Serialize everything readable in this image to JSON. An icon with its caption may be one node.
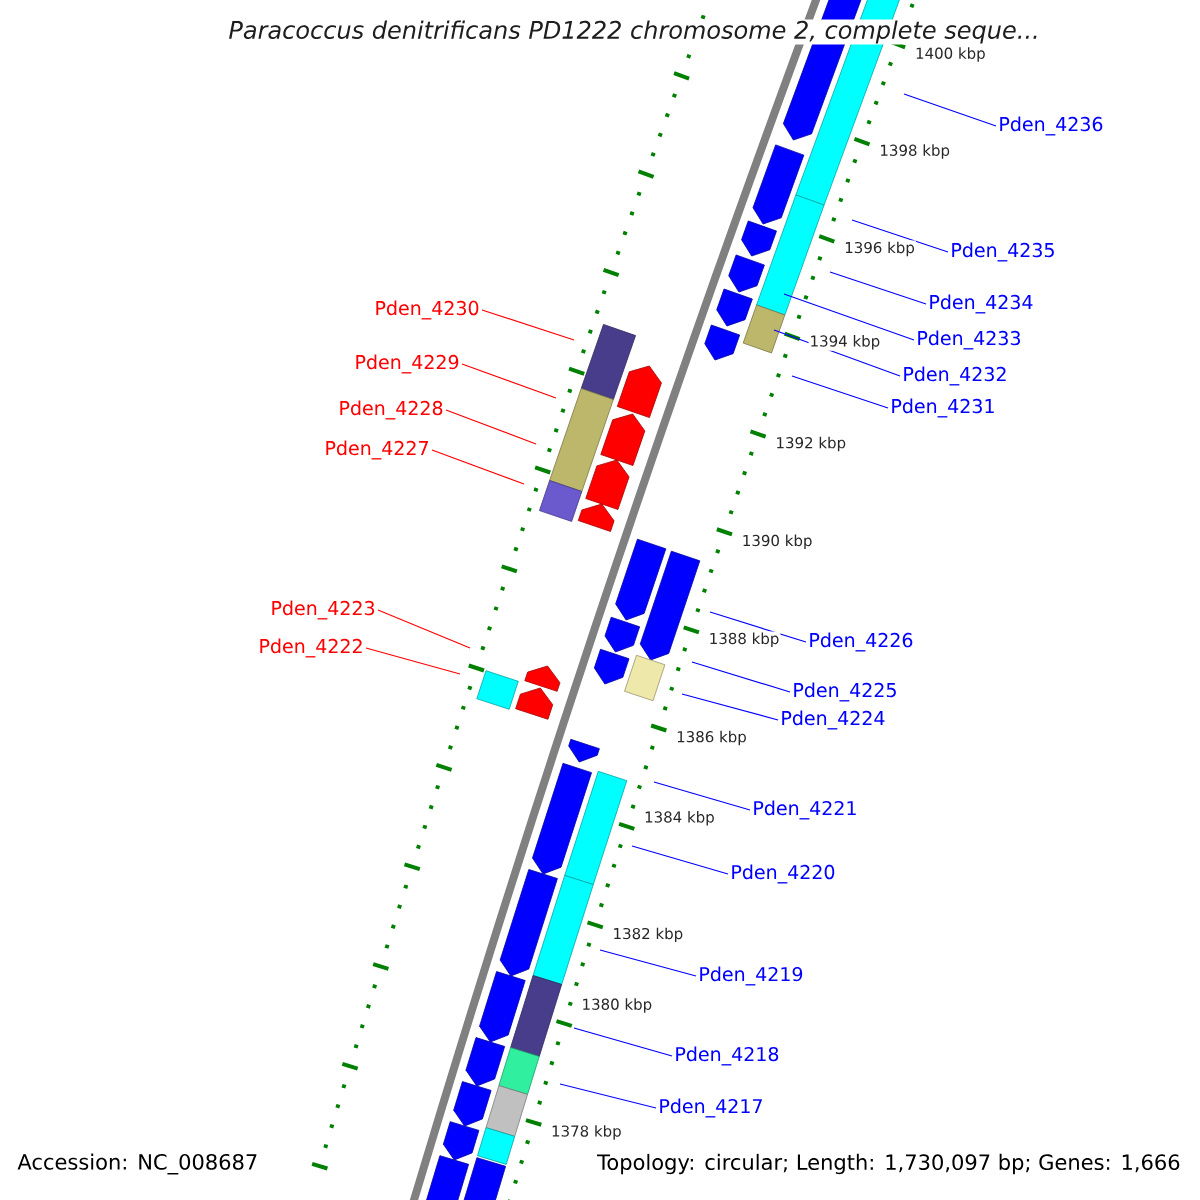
{
  "diagram": {
    "title": "Paracoccus denitrificans PD1222 chromosome 2, complete seque...",
    "nodes": [
      {
        "text": [
          "Pden_4236"
        ]
      },
      {
        "text": [
          "Pden_4235"
        ]
      },
      {
        "text": [
          "Pden_4234"
        ]
      },
      {
        "text": [
          "Pden_4230"
        ]
      },
      {
        "text": [
          "Pden_4233"
        ]
      },
      {
        "text": [
          "Pden_4229"
        ]
      },
      {
        "text": [
          "Pden_4232"
        ]
      },
      {
        "text": [
          "Pden_4231"
        ]
      },
      {
        "text": [
          "Pden_4228"
        ]
      },
      {
        "text": [
          "Pden_4227"
        ]
      },
      {
        "text": [
          "Pden_4223"
        ]
      },
      {
        "text": [
          "Pden_4226"
        ]
      },
      {
        "text": [
          "Pden_4222"
        ]
      },
      {
        "text": [
          "Pden_4225"
        ]
      },
      {
        "text": [
          "Pden_4224"
        ]
      },
      {
        "text": [
          "Pden_4221"
        ]
      },
      {
        "text": [
          "Pden_4220"
        ]
      },
      {
        "text": [
          "Pden_4219"
        ]
      },
      {
        "text": [
          "Pden_4218"
        ]
      },
      {
        "text": [
          "Pden_4217"
        ]
      }
    ],
    "edges": [
      {
        "from": 0,
        "to": null,
        "arrow": "none"
      },
      {
        "from": 1,
        "to": null,
        "arrow": "none"
      },
      {
        "from": 2,
        "to": null,
        "arrow": "none"
      },
      {
        "from": 3,
        "to": null,
        "arrow": "none",
        "color": "#ff0000"
      },
      {
        "from": 4,
        "to": null,
        "arrow": "none"
      },
      {
        "from": 5,
        "to": null,
        "arrow": "none",
        "color": "#ff0000"
      },
      {
        "from": 6,
        "to": null,
        "arrow": "none"
      },
      {
        "from": 7,
        "to": null,
        "arrow": "none"
      },
      {
        "from": 8,
        "to": null,
        "arrow": "none",
        "color": "#ff0000"
      },
      {
        "from": 9,
        "to": null,
        "arrow": "none",
        "color": "#ff0000"
      },
      {
        "from": 10,
        "to": null,
        "arrow": "none",
        "color": "#ff0000"
      },
      {
        "from": 11,
        "to": null,
        "arrow": "none"
      },
      {
        "from": 12,
        "to": null,
        "arrow": "none",
        "color": "#ff0000"
      },
      {
        "from": 13,
        "to": null,
        "arrow": "none"
      },
      {
        "from": 14,
        "to": null,
        "arrow": "none"
      },
      {
        "from": 15,
        "to": null,
        "arrow": "none"
      },
      {
        "from": 16,
        "to": null,
        "arrow": "none"
      },
      {
        "from": 17,
        "to": null,
        "arrow": "none"
      },
      {
        "from": 18,
        "to": null,
        "arrow": "none"
      },
      {
        "from": 19,
        "to": null,
        "arrow": "none"
      }
    ],
    "labels": [
      "1400 kbp",
      "1398 kbp",
      "1396 kbp",
      "1394 kbp",
      "1392 kbp",
      "1390 kbp",
      "1388 kbp",
      "1386 kbp",
      "1384 kbp",
      "1382 kbp",
      "1380 kbp",
      "1378 kbp",
      "Accession: NC_008687",
      "Topology: circular; Length: 1,730,097 bp; Genes: 1,666"
    ]
  }
}
